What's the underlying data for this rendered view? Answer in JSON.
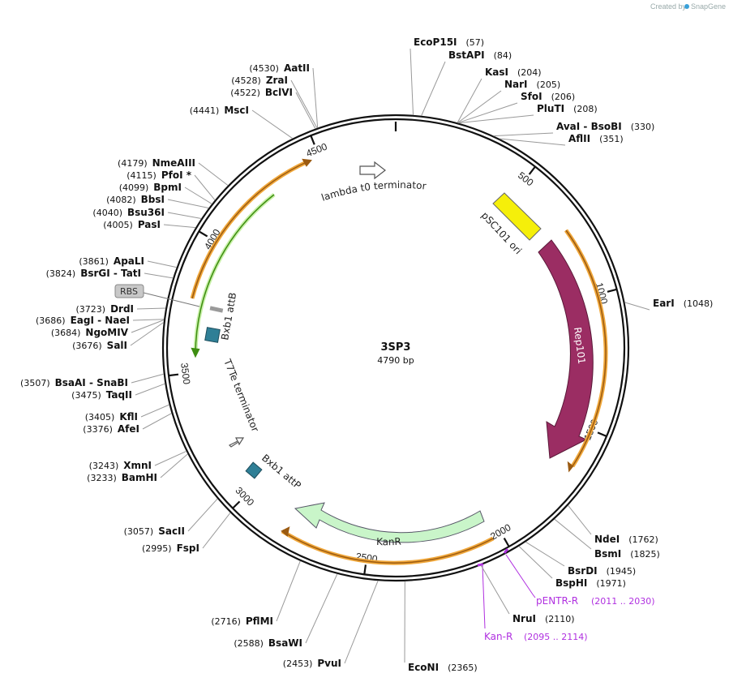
{
  "credit": {
    "created_by": "Created by",
    "brand": "SnapGene"
  },
  "plasmid": {
    "name": "3SP3",
    "size_label": "4790 bp",
    "length": 4790
  },
  "ticks": [
    "500",
    "1000",
    "1500",
    "2000",
    "2500",
    "3000",
    "3500",
    "4000",
    "4500"
  ],
  "sites": [
    {
      "name": "EcoP15I",
      "pos": "(57)"
    },
    {
      "name": "BstAPI",
      "pos": "(84)"
    },
    {
      "name": "KasI",
      "pos": "(204)"
    },
    {
      "name": "NarI",
      "pos": "(205)"
    },
    {
      "name": "SfoI",
      "pos": "(206)"
    },
    {
      "name": "PluTI",
      "pos": "(208)"
    },
    {
      "name": "AvaI  -  BsoBI",
      "pos": "(330)"
    },
    {
      "name": "AflII",
      "pos": "(351)"
    },
    {
      "name": "EarI",
      "pos": "(1048)"
    },
    {
      "name": "NdeI",
      "pos": "(1762)"
    },
    {
      "name": "BsmI",
      "pos": "(1825)"
    },
    {
      "name": "BsrDI",
      "pos": "(1945)"
    },
    {
      "name": "BspHI",
      "pos": "(1971)"
    },
    {
      "name": "NruI",
      "pos": "(2110)"
    },
    {
      "name": "EcoNI",
      "pos": "(2365)"
    },
    {
      "name": "PvuI",
      "pos": "(2453)"
    },
    {
      "name": "BsaWI",
      "pos": "(2588)"
    },
    {
      "name": "PflMI",
      "pos": "(2716)"
    },
    {
      "name": "FspI",
      "pos": "(2995)"
    },
    {
      "name": "SacII",
      "pos": "(3057)"
    },
    {
      "name": "BamHI",
      "pos": "(3233)"
    },
    {
      "name": "XmnI",
      "pos": "(3243)"
    },
    {
      "name": "AfeI",
      "pos": "(3376)"
    },
    {
      "name": "KflI",
      "pos": "(3405)"
    },
    {
      "name": "TaqII",
      "pos": "(3475)"
    },
    {
      "name": "BsaAI  -  SnaBI",
      "pos": "(3507)"
    },
    {
      "name": "SalI",
      "pos": "(3676)"
    },
    {
      "name": "NgoMIV",
      "pos": "(3684)"
    },
    {
      "name": "EagI  -  NaeI",
      "pos": "(3686)"
    },
    {
      "name": "DrdI",
      "pos": "(3723)"
    },
    {
      "name": "BsrGI  -  TatI",
      "pos": "(3824)"
    },
    {
      "name": "ApaLI",
      "pos": "(3861)"
    },
    {
      "name": "PasI",
      "pos": "(4005)"
    },
    {
      "name": "Bsu36I",
      "pos": "(4040)"
    },
    {
      "name": "BbsI",
      "pos": "(4082)"
    },
    {
      "name": "BpmI",
      "pos": "(4099)"
    },
    {
      "name": "PfoI *",
      "pos": "(4115)"
    },
    {
      "name": "NmeAIII",
      "pos": "(4179)"
    },
    {
      "name": "MscI",
      "pos": "(4441)"
    },
    {
      "name": "BclVI",
      "pos": "(4522)"
    },
    {
      "name": "ZraI",
      "pos": "(4528)"
    },
    {
      "name": "AatII",
      "pos": "(4530)"
    }
  ],
  "features": {
    "lambda": "lambda t0 terminator",
    "psc101": "pSC101 ori",
    "rep101": "Rep101",
    "kanr": "KanR",
    "attp": "Bxb1 attP",
    "t7te": "T7Te terminator",
    "attb": "Bxb1 attB",
    "rbs": "RBS"
  },
  "primers": [
    {
      "name": "pENTR-R",
      "range": "(2011 .. 2030)"
    },
    {
      "name": "Kan-R",
      "range": "(2095 .. 2114)"
    }
  ],
  "colors": {
    "rep101": "#9b2d63",
    "psc101": "#f5ef0a",
    "kanr": "#c9f5c9",
    "orf_orange": "#f0a73a",
    "orf_green": "#55b81c",
    "att_site": "#2f7f96",
    "primer": "#b030e0",
    "rbs": "#c8c8c8"
  }
}
